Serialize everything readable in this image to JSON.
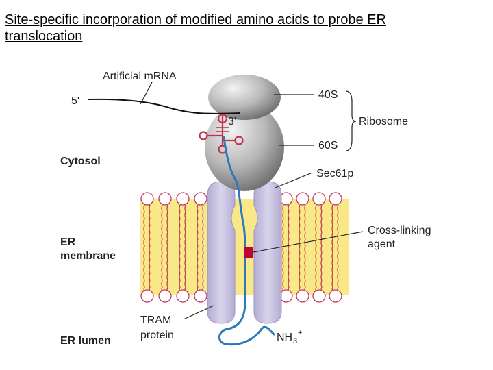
{
  "title": "Site-specific incorporation of modified amino acids to probe ER translocation",
  "labels": {
    "mrna": "Artificial mRNA",
    "five_prime": "5'",
    "three_prime": "3'",
    "forty_s": "40S",
    "sixty_s": "60S",
    "ribosome": "Ribosome",
    "cytosol": "Cytosol",
    "sec61p": "Sec61p",
    "er_membrane_1": "ER",
    "er_membrane_2": "membrane",
    "crosslink_1": "Cross-linking",
    "crosslink_2": "agent",
    "tram_1": "TRAM",
    "tram_2": "protein",
    "er_lumen": "ER lumen",
    "nh3": "NH",
    "nh3_sub": "3",
    "nh3_sup": "+"
  },
  "colors": {
    "ribosome": "#a9a9a9",
    "membrane": "#f8e888",
    "lipid_tail": "#c0304a",
    "lipid_head": "#c03a6a",
    "channel": "#c9c3e0",
    "peptide": "#2e77b8",
    "trna": "#c0304a",
    "crosslinker": "#c0003a"
  }
}
